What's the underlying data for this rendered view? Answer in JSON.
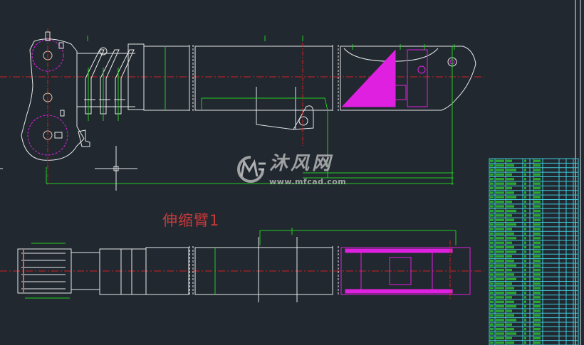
{
  "drawing": {
    "title": "伸缩臂1",
    "background": "#212830",
    "colors": {
      "outline": "#e8e8e8",
      "centerline": "#d02020",
      "dimension": "#22cc22",
      "highlight": "#e020e0",
      "title_text": "#c83a3a",
      "table_grid": "#40c8d8"
    }
  },
  "watermark": {
    "logo": "M-F",
    "name": "沐风网",
    "url": "www.mfcad.com"
  }
}
